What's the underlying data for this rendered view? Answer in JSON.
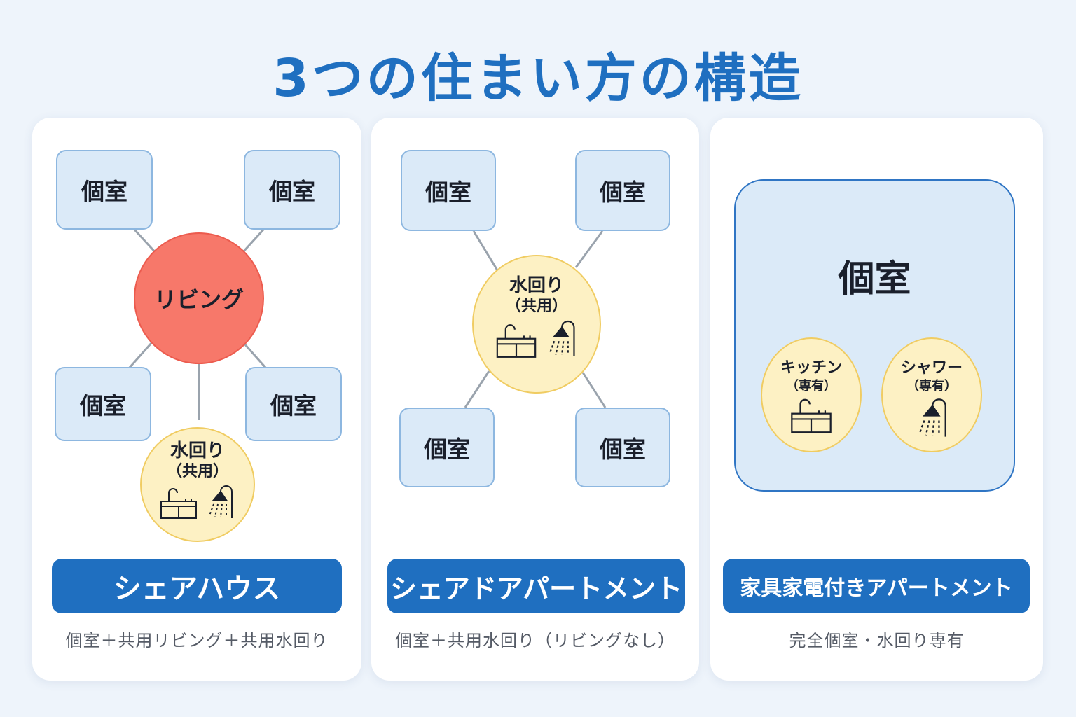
{
  "title": "3つの住まい方の構造",
  "colors": {
    "title_blue": "#1f6fc0",
    "room_fill": "#dbeaf8",
    "room_border": "#8db7e0",
    "living_fill": "#f7786a",
    "water_fill": "#fdf1c4",
    "water_border": "#f0cc62",
    "button_fill": "#1f6fc0"
  },
  "panels": [
    {
      "rooms": [
        "個室",
        "個室",
        "個室",
        "個室"
      ],
      "living": "リビング",
      "water": {
        "title": "水回り",
        "sub": "（共用）",
        "icons": [
          "kitchen-icon",
          "shower-icon"
        ]
      },
      "button": "シェアハウス",
      "desc": "個室＋共用リビング＋共用水回り"
    },
    {
      "rooms": [
        "個室",
        "個室",
        "個室",
        "個室"
      ],
      "water": {
        "title": "水回り",
        "sub": "（共用）",
        "icons": [
          "kitchen-icon",
          "shower-icon"
        ]
      },
      "button": "シェアドアパートメント",
      "desc": "個室＋共用水回り（リビングなし）"
    },
    {
      "room": "個室",
      "kitchen": {
        "title": "キッチン",
        "sub": "（専有）",
        "icon": "kitchen-icon"
      },
      "shower": {
        "title": "シャワー",
        "sub": "（専有）",
        "icon": "shower-icon"
      },
      "button": "家具家電付きアパートメント",
      "desc": "完全個室・水回り専有"
    }
  ]
}
